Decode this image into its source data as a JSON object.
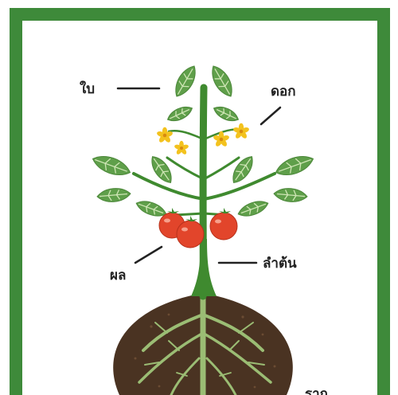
{
  "colors": {
    "frame": "#3e8a3a",
    "background": "#ffffff",
    "leaf": "#5f9f4a",
    "leaf_vein": "#cfe6b5",
    "stem": "#3f8a2f",
    "flower": "#f3c21e",
    "tomato": "#e2452b",
    "soil": "#4a3322",
    "root": "#9bbd74",
    "text": "#222222"
  },
  "labels": {
    "leaf": "ใบ",
    "flower": "ดอก",
    "fruit": "ผล",
    "stem": "ลำต้น",
    "root": "ราก"
  }
}
